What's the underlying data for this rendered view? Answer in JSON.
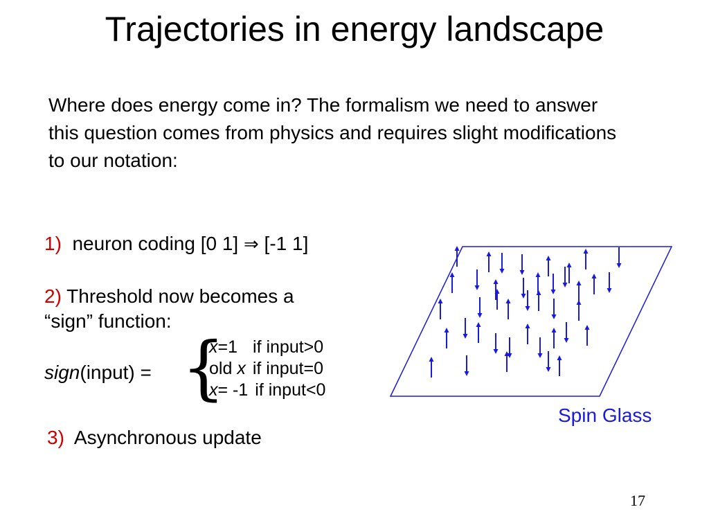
{
  "slide": {
    "title": "Trajectories in energy landscape",
    "intro": "Where does energy come in? The formalism we need to answer this question comes from physics and requires slight modifications to our notation:",
    "items": [
      {
        "number": "1)",
        "text": "neuron coding [0 1] ",
        "arrow": "⇒",
        "text_after": " [-1 1]"
      },
      {
        "number": "2)",
        "text": " Threshold now becomes a",
        "text_line2": "“sign” function:"
      },
      {
        "number": "3)",
        "text": "Asynchronous update"
      }
    ],
    "sign_function": {
      "lhs_italic": "sign",
      "lhs_rest": "(input) =",
      "brace": "{",
      "cases": [
        {
          "var": "x",
          "value": "=1",
          "condition": "if input>0"
        },
        {
          "prefix": "old ",
          "var": "x",
          "value": "",
          "condition": "if input=0"
        },
        {
          "var": "x",
          "value": "= -1",
          "condition": "if input<0"
        }
      ]
    },
    "figure_label": "Spin Glass",
    "page_number": "17"
  },
  "spin_glass": {
    "arrow_color": "#1a1adb",
    "spins": [
      "up",
      "up",
      "down",
      "down",
      "up",
      "up",
      "up",
      "down",
      "up",
      "down",
      "up",
      "down",
      "up",
      "down",
      "down",
      "up",
      "up",
      "down",
      "up",
      "down",
      "up",
      "up",
      "down",
      "up",
      "down",
      "up",
      "up",
      "down",
      "up",
      "down",
      "down",
      "up",
      "down",
      "up",
      "down",
      "up",
      "up",
      "down",
      "up",
      "down",
      "up"
    ]
  },
  "colors": {
    "accent_number": "#cc0000",
    "figure_label": "#1a1adb"
  }
}
